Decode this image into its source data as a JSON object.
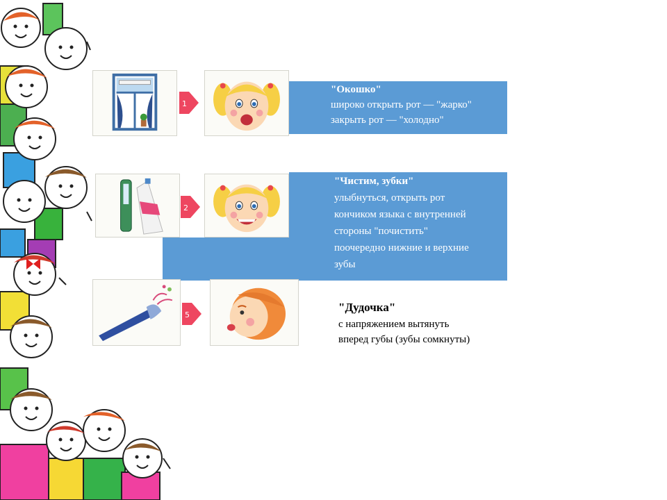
{
  "exercises": [
    {
      "step": "1",
      "title": "\"Окошко\"",
      "lines": [
        "широко открыть рот — \"жарко\"",
        "закрыть рот — \"холодно\""
      ],
      "object_icon": "window-icon",
      "face_icon": "girl-open-mouth-icon"
    },
    {
      "step": "2",
      "title": "\"Чистим, зубки\"",
      "lines": [
        "улыбнуться, открыть рот",
        "кончиком языка с внутренней",
        "стороны \"почистить\"",
        "поочередно нижние и верхние",
        "зубы"
      ],
      "object_icon": "toothpaste-icon",
      "face_icon": "girl-smiling-icon"
    },
    {
      "step": "5",
      "title": "\"Дудочка\"",
      "lines": [
        "с напряжением вытянуть",
        "вперед губы (зубы сомкнуты)"
      ],
      "object_icon": "pipe-icon",
      "face_icon": "girl-profile-lips-icon"
    }
  ],
  "colors": {
    "box": "#5b9bd5",
    "arrow": "#ee4660"
  },
  "decoration": {
    "border_icon": "children-faces-border-icon"
  }
}
